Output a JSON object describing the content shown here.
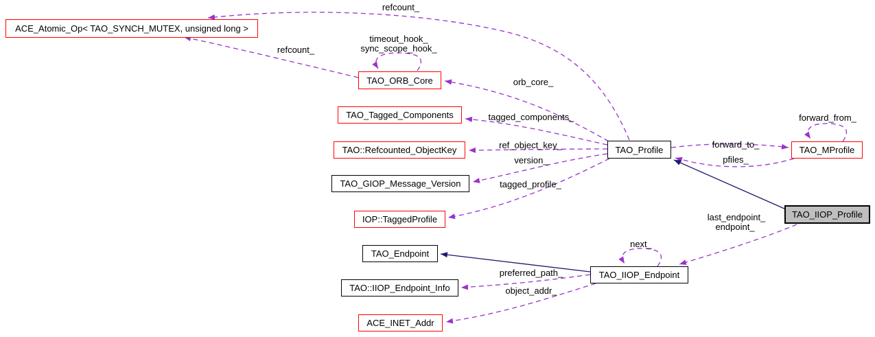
{
  "diagram": {
    "type": "collaboration-graph",
    "background": "#ffffff",
    "colors": {
      "usage_edge": "#9a32cd",
      "inheritance_edge": "#191970",
      "node_border": "#000000",
      "truncated_node_border": "#ff0000",
      "current_node_fill": "#bfbfbf",
      "node_fill": "#ffffff",
      "text": "#000000"
    },
    "nodes": {
      "ace_atomic_op": {
        "label": "ACE_Atomic_Op< TAO_SYNCH_MUTEX, unsigned long >"
      },
      "tao_orb_core": {
        "label": "TAO_ORB_Core"
      },
      "tao_tagged_components": {
        "label": "TAO_Tagged_Components"
      },
      "tao_refcounted_objectkey": {
        "label": "TAO::Refcounted_ObjectKey"
      },
      "tao_giop_message_version": {
        "label": "TAO_GIOP_Message_Version"
      },
      "iop_taggedprofile": {
        "label": "IOP::TaggedProfile"
      },
      "tao_endpoint": {
        "label": "TAO_Endpoint"
      },
      "tao_iiop_endpoint_info": {
        "label": "TAO::IIOP_Endpoint_Info"
      },
      "ace_inet_addr": {
        "label": "ACE_INET_Addr"
      },
      "tao_profile": {
        "label": "TAO_Profile"
      },
      "tao_mprofile": {
        "label": "TAO_MProfile"
      },
      "tao_iiop_profile": {
        "label": "TAO_IIOP_Profile"
      },
      "tao_iiop_endpoint": {
        "label": "TAO_IIOP_Endpoint"
      }
    },
    "edge_labels": {
      "refcount_top": "refcount_",
      "refcount_orb": "refcount_",
      "timeout_hook": "timeout_hook_",
      "sync_scope_hook": "sync_scope_hook_",
      "orb_core": "orb_core_",
      "tagged_components": "tagged_components_",
      "ref_object_key": "ref_object_key_",
      "version": "version_",
      "tagged_profile": "tagged_profile_",
      "forward_from": "forward_from_",
      "forward_to": "forward_to_",
      "pfiles": "pfiles_",
      "last_endpoint": "last_endpoint_",
      "endpoint": "endpoint_",
      "next": "next_",
      "preferred_path": "preferred_path_",
      "object_addr": "object_addr_"
    }
  }
}
